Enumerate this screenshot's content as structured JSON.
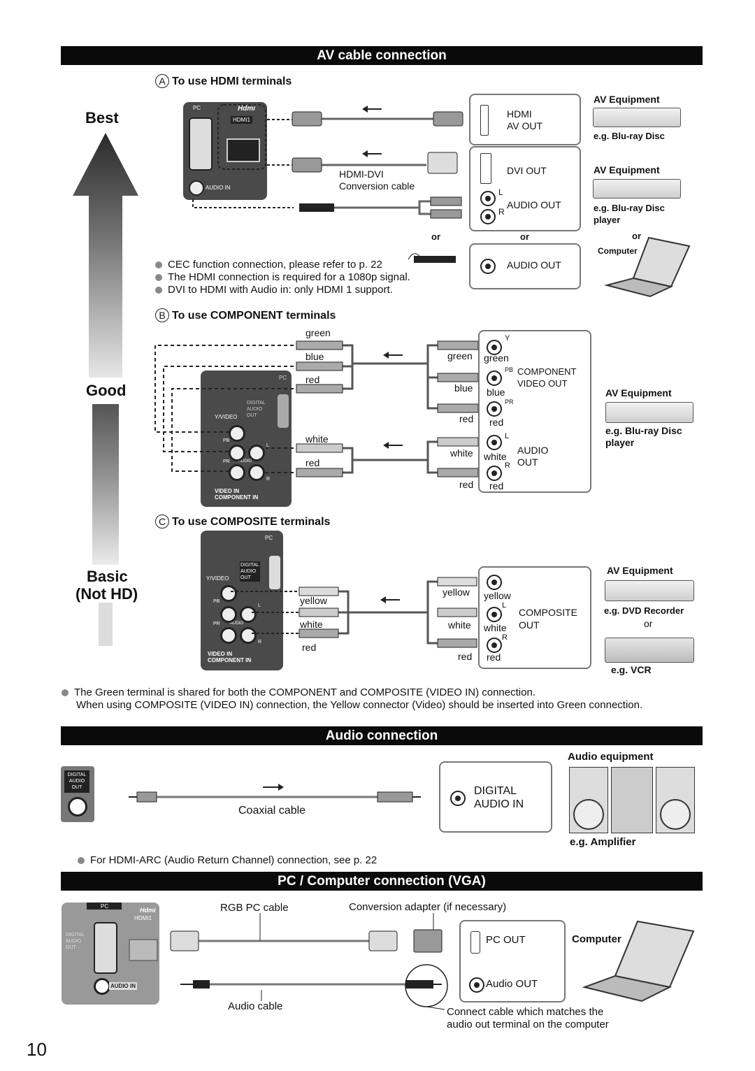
{
  "sections": {
    "av": "AV cable connection",
    "audio": "Audio connection",
    "pc": "PC / Computer connection (VGA)"
  },
  "quality": {
    "best": "Best",
    "good": "Good",
    "basic": "Basic",
    "not_hd": "(Not HD)"
  },
  "hdmi": {
    "marker": "A",
    "title": "To use HDMI terminals",
    "panel_pc": "PC",
    "panel_hdmi_logo": "Hdmi",
    "panel_hdmi1": "HDMI1",
    "panel_audio_in": "AUDIO IN",
    "cable_label": "HDMI-DVI",
    "cable_label2": "Conversion cable",
    "box1_l1": "HDMI",
    "box1_l2": "AV OUT",
    "box2_l1": "DVI OUT",
    "box2_l2": "AUDIO OUT",
    "jack_l": "L",
    "jack_r": "R",
    "box3": "AUDIO OUT",
    "or1": "or",
    "or2": "or",
    "or3": "or",
    "equip1": "AV Equipment",
    "equip1_eg": "e.g. Blu-ray Disc",
    "equip2": "AV Equipment",
    "equip2_eg1": "e.g. Blu-ray Disc",
    "equip2_eg2": "player",
    "computer": "Computer",
    "notes": [
      "CEC function connection, please refer to p. 22",
      "The HDMI connection is required for a 1080p signal.",
      "DVI to HDMI with Audio in: only HDMI 1 support."
    ]
  },
  "component": {
    "marker": "B",
    "title": "To use COMPONENT terminals",
    "panel_pc": "PC",
    "panel_digital": "DIGITAL\nAUDIO\nOUT",
    "panel_yvideo": "Y/VIDEO",
    "panel_pb": "PB",
    "panel_pr": "PR",
    "panel_audio": "AUDIO",
    "panel_l": "L",
    "panel_r": "R",
    "panel_videoin": "VIDEO IN\nCOMPONENT IN",
    "left_labels": [
      "green",
      "blue",
      "red",
      "white",
      "red"
    ],
    "right_plug_labels": [
      "green",
      "blue",
      "red",
      "white",
      "red"
    ],
    "jack_labels": [
      "green",
      "blue",
      "red",
      "white",
      "red"
    ],
    "jack_letters": [
      "Y",
      "PB",
      "PR",
      "L",
      "R"
    ],
    "box_video1": "COMPONENT",
    "box_video2": "VIDEO OUT",
    "box_audio1": "AUDIO",
    "box_audio2": "OUT",
    "equip": "AV Equipment",
    "equip_eg1": "e.g. Blu-ray Disc",
    "equip_eg2": "player"
  },
  "composite": {
    "marker": "C",
    "title": "To use COMPOSITE terminals",
    "panel_pc": "PC",
    "panel_digital": "DIGITAL\nAUDIO\nOUT",
    "panel_yvideo": "Y/VIDEO",
    "panel_pb": "PB",
    "panel_pr": "PR",
    "panel_audio": "AUDIO",
    "panel_l": "L",
    "panel_r": "R",
    "panel_videoin": "VIDEO IN\nCOMPONENT IN",
    "left_labels": [
      "yellow",
      "white",
      "red"
    ],
    "right_plug_labels": [
      "yellow",
      "white",
      "red"
    ],
    "jack_labels": [
      "yellow",
      "white",
      "red"
    ],
    "jack_letters": [
      "L",
      "R"
    ],
    "box1": "COMPOSITE",
    "box2": "OUT",
    "equip": "AV Equipment",
    "equip_eg": "e.g. DVD Recorder",
    "or": "or",
    "vcr_eg": "e.g. VCR"
  },
  "green_note": [
    "The Green terminal is shared for both the COMPONENT and COMPOSITE (VIDEO IN) connection.",
    "When using COMPOSITE (VIDEO IN) connection, the Yellow connector (Video) should be inserted into Green connection."
  ],
  "audio": {
    "panel_label": "DIGITAL\nAUDIO\nOUT",
    "cable": "Coaxial cable",
    "box1": "DIGITAL",
    "box2": "AUDIO IN",
    "equip": "Audio equipment",
    "equip_eg": "e.g. Amplifier",
    "note": "For HDMI-ARC (Audio Return Channel) connection, see p. 22"
  },
  "pc": {
    "panel_pc": "PC",
    "panel_hdmi_logo": "Hdmi",
    "panel_hdmi1": "HDMI1",
    "panel_digital": "DIGITAL\nAUDIO\nOUT",
    "panel_audio_in": "AUDIO IN",
    "rgb_cable": "RGB PC cable",
    "adapter": "Conversion adapter (if necessary)",
    "pc_out": "PC OUT",
    "audio_out": "Audio OUT",
    "computer": "Computer",
    "audio_cable": "Audio cable",
    "connect_note1": "Connect cable which matches the",
    "connect_note2": "audio out terminal on the computer"
  },
  "page_number": "10"
}
